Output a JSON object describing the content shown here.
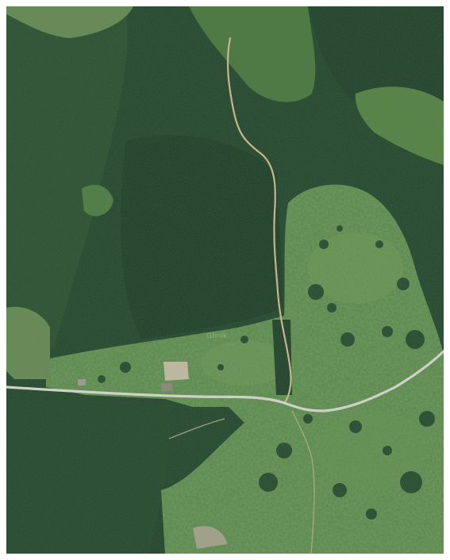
{
  "image": {
    "kind": "aerial-photograph",
    "subject": "forested-valley-with-meadows-and-road"
  },
  "map": {
    "place_label": "Glinik"
  },
  "colors": {
    "frame_background": "#ffffff",
    "dense_forest": "#22402a",
    "forest_mid": "#2e5232",
    "meadow": "#5f8a4a",
    "meadow_light": "#7da15d",
    "road": "#c9cdc2",
    "dirt_track": "#c8b58f",
    "clearing": "#b7b49a"
  }
}
